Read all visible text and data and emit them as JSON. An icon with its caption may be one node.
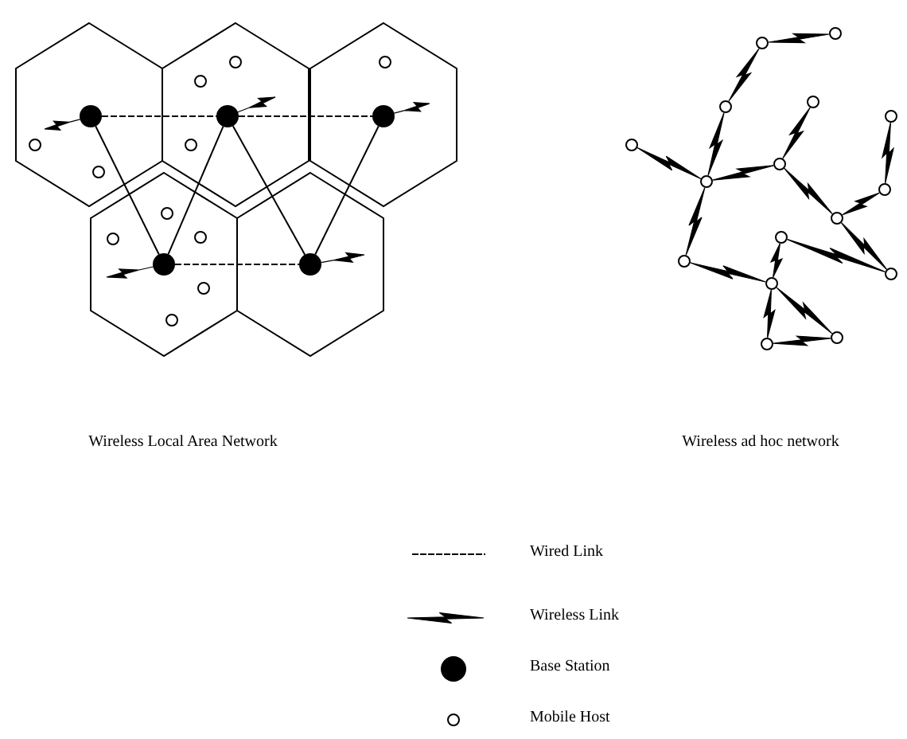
{
  "diagram": {
    "nodes": [
      {
        "text": [],
        "shape": "hexagon"
      },
      {
        "text": [],
        "shape": "dot",
        "in": 0
      },
      {
        "text": [],
        "shape": "circle",
        "in": 0
      },
      {
        "text": [],
        "shape": "circle",
        "in": 0
      },
      {
        "text": [],
        "shape": "hexagon"
      },
      {
        "text": [],
        "shape": "dot",
        "in": 4
      },
      {
        "text": [],
        "shape": "circle",
        "in": 4
      },
      {
        "text": [],
        "shape": "circle",
        "in": 4
      },
      {
        "text": [],
        "shape": "circle",
        "in": 4
      },
      {
        "text": [],
        "shape": "hexagon"
      },
      {
        "text": [],
        "shape": "dot",
        "in": 9
      },
      {
        "text": [],
        "shape": "circle",
        "in": 9
      },
      {
        "text": [],
        "shape": "hexagon"
      },
      {
        "text": [],
        "shape": "dot",
        "in": 12
      },
      {
        "text": [],
        "shape": "circle",
        "in": 12
      },
      {
        "text": [],
        "shape": "circle",
        "in": 12
      },
      {
        "text": [],
        "shape": "circle",
        "in": 12
      },
      {
        "text": [],
        "shape": "circle",
        "in": 12
      },
      {
        "text": [],
        "shape": "circle",
        "in": 12
      },
      {
        "text": [],
        "shape": "hexagon"
      },
      {
        "text": [],
        "shape": "dot",
        "in": 19
      },
      {
        "text": [],
        "shape": "circle"
      },
      {
        "text": [],
        "shape": "circle"
      },
      {
        "text": [],
        "shape": "circle"
      },
      {
        "text": [],
        "shape": "circle"
      },
      {
        "text": [],
        "shape": "circle"
      },
      {
        "text": [],
        "shape": "circle"
      },
      {
        "text": [],
        "shape": "circle"
      },
      {
        "text": [],
        "shape": "circle"
      },
      {
        "text": [],
        "shape": "circle"
      },
      {
        "text": [],
        "shape": "circle"
      },
      {
        "text": [],
        "shape": "circle"
      },
      {
        "text": [],
        "shape": "circle"
      },
      {
        "text": [],
        "shape": "circle"
      },
      {
        "text": [],
        "shape": "circle"
      },
      {
        "text": [],
        "shape": "circle"
      },
      {
        "text": [],
        "shape": "circle"
      }
    ],
    "edges": [
      {
        "from": 1,
        "to": 5,
        "arrow": "none",
        "style": "dashed"
      },
      {
        "from": 5,
        "to": 10,
        "arrow": "none",
        "style": "dashed"
      },
      {
        "from": 13,
        "to": 20,
        "arrow": "none",
        "style": "dashed"
      },
      {
        "from": 1,
        "to": 13,
        "arrow": "none"
      },
      {
        "from": 5,
        "to": 13,
        "arrow": "none"
      },
      {
        "from": 5,
        "to": 20,
        "arrow": "none"
      },
      {
        "from": 10,
        "to": 20,
        "arrow": "none"
      },
      {
        "from": 1,
        "to": null,
        "arrow": "none"
      },
      {
        "from": 5,
        "to": null,
        "arrow": "none"
      },
      {
        "from": 10,
        "to": null,
        "arrow": "none"
      },
      {
        "from": 13,
        "to": null,
        "arrow": "none"
      },
      {
        "from": 20,
        "to": null,
        "arrow": "none"
      },
      {
        "from": 21,
        "to": 22,
        "arrow": "none"
      },
      {
        "from": 22,
        "to": 24,
        "arrow": "none"
      },
      {
        "from": 23,
        "to": 27,
        "arrow": "none"
      },
      {
        "from": 24,
        "to": 28,
        "arrow": "none"
      },
      {
        "from": 26,
        "to": 28,
        "arrow": "none"
      },
      {
        "from": 27,
        "to": 28,
        "arrow": "none"
      },
      {
        "from": 25,
        "to": 29,
        "arrow": "none"
      },
      {
        "from": 29,
        "to": 30,
        "arrow": "none"
      },
      {
        "from": 27,
        "to": 30,
        "arrow": "none"
      },
      {
        "from": 30,
        "to": 33,
        "arrow": "none"
      },
      {
        "from": 31,
        "to": 33,
        "arrow": "none"
      },
      {
        "from": 28,
        "to": 32,
        "arrow": "none"
      },
      {
        "from": 32,
        "to": 34,
        "arrow": "none"
      },
      {
        "from": 31,
        "to": 34,
        "arrow": "none"
      },
      {
        "from": 35,
        "to": 34,
        "arrow": "none"
      },
      {
        "from": 34,
        "to": 36,
        "arrow": "none"
      },
      {
        "from": 36,
        "to": 35,
        "arrow": "none"
      }
    ],
    "labels": [
      "Wireless Local Area Network",
      "Wireless ad hoc network"
    ],
    "legend": [
      {
        "text": "Wired Link"
      },
      {
        "text": "Wireless Link"
      },
      {
        "text": "Base Station"
      },
      {
        "text": "Mobile Host"
      }
    ]
  }
}
